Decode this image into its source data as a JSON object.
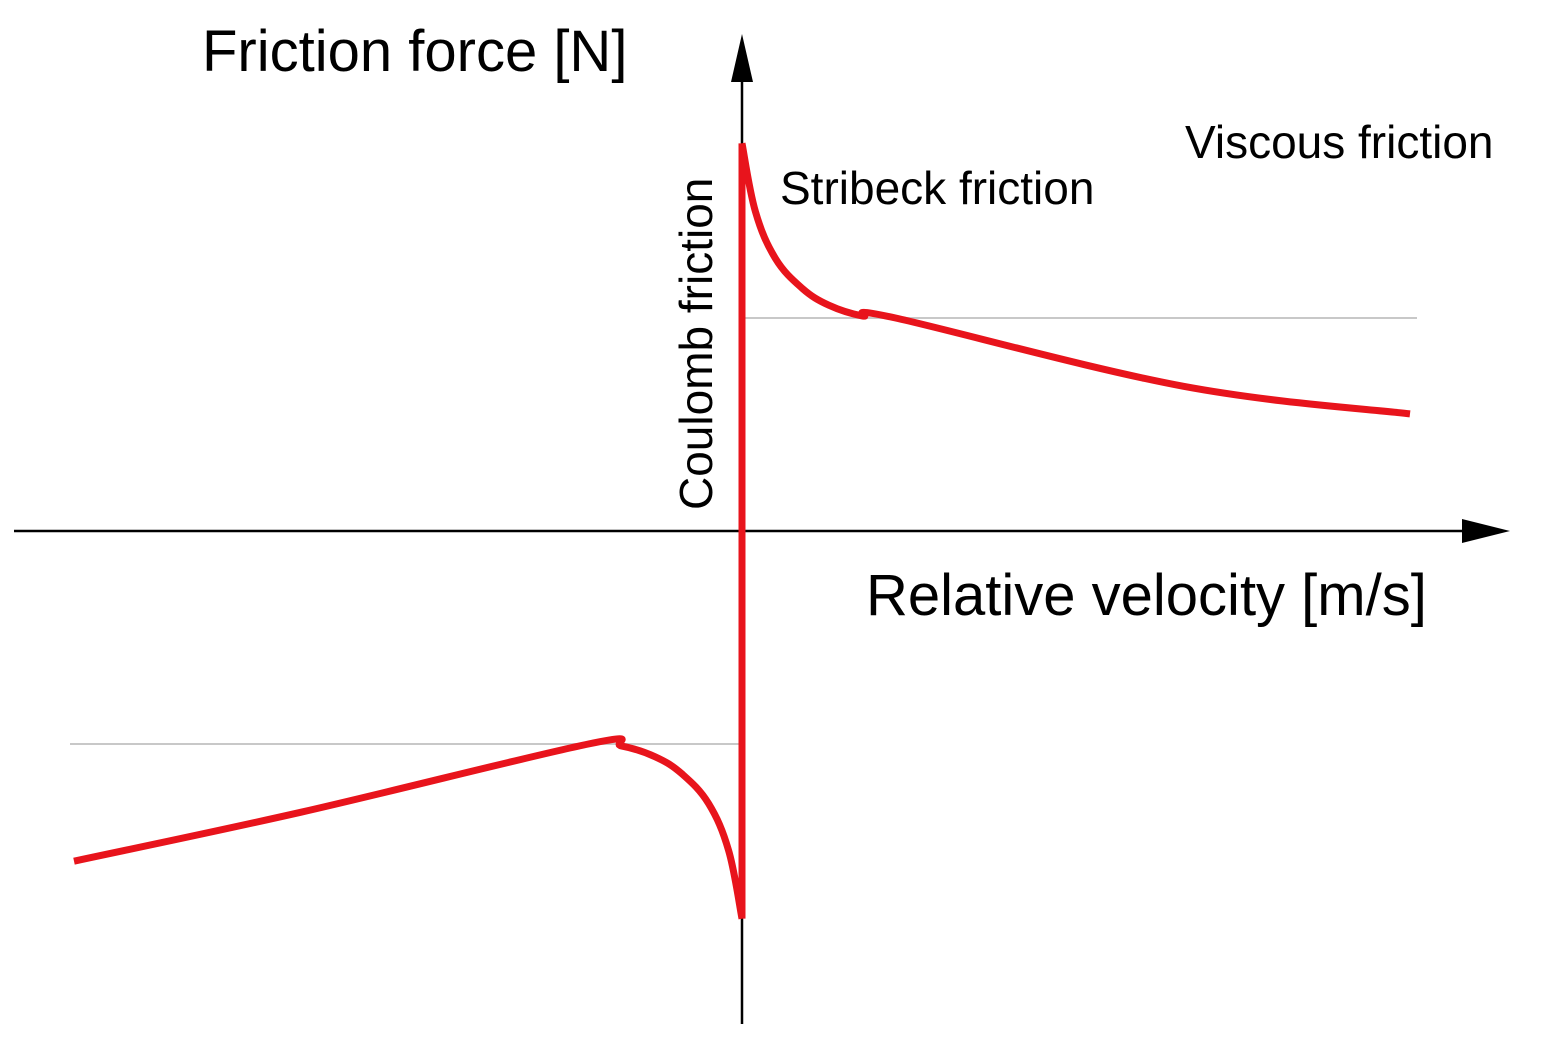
{
  "chart_data": {
    "type": "line",
    "ylabel": "Friction force [N]",
    "xlabel": "Relative velocity [m/s]",
    "grid": false,
    "legend": "none",
    "annotations": [
      {
        "id": "coulomb",
        "text": "Coulomb friction"
      },
      {
        "id": "stribeck",
        "text": "Stribeck friction"
      },
      {
        "id": "viscous",
        "text": "Viscous friction"
      }
    ],
    "curve_color": "#e8141c",
    "reference_line_color": "#c8c8c8",
    "axis_color": "#000000",
    "coulomb_level": 1.0,
    "static_level": 1.82,
    "stribeck_min_velocity": 0.23,
    "curve": {
      "x": [
        -1.0,
        -0.66,
        -0.23,
        -0.18,
        -0.13,
        -0.09,
        -0.05,
        -0.02,
        0.0,
        0.0,
        0.02,
        0.05,
        0.09,
        0.13,
        0.18,
        0.23,
        0.66,
        1.0
      ],
      "y": [
        -1.55,
        -1.32,
        -1.0,
        -1.01,
        -1.06,
        -1.14,
        -1.28,
        -1.5,
        -1.82,
        1.82,
        1.5,
        1.28,
        1.14,
        1.06,
        1.01,
        1.0,
        0.68,
        0.55
      ]
    }
  }
}
